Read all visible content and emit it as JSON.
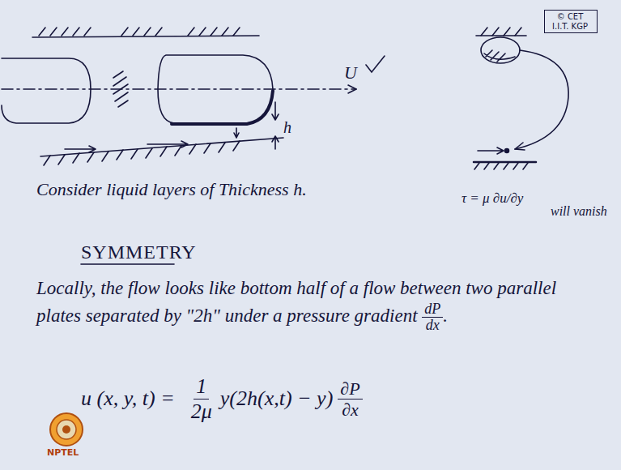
{
  "diagram": {
    "nodes": [
      {
        "text": [
          "© CET I.I.T. KGP"
        ]
      }
    ],
    "labels": [
      "U",
      "h",
      "Consider liquid layers of Thickness h.",
      "τ = μ ∂u/∂y",
      "will vanish",
      "SYMMETRY",
      "Locally, the flow looks like bottom half of a flow between two parallel plates separated by \"2h\" under a pressure gradient",
      "dP",
      "dx",
      ".",
      "u (x, y, t) =",
      "1",
      "2μ",
      "y(2h(x,t) − y)",
      "∂P",
      "∂x",
      "NPTEL"
    ]
  }
}
